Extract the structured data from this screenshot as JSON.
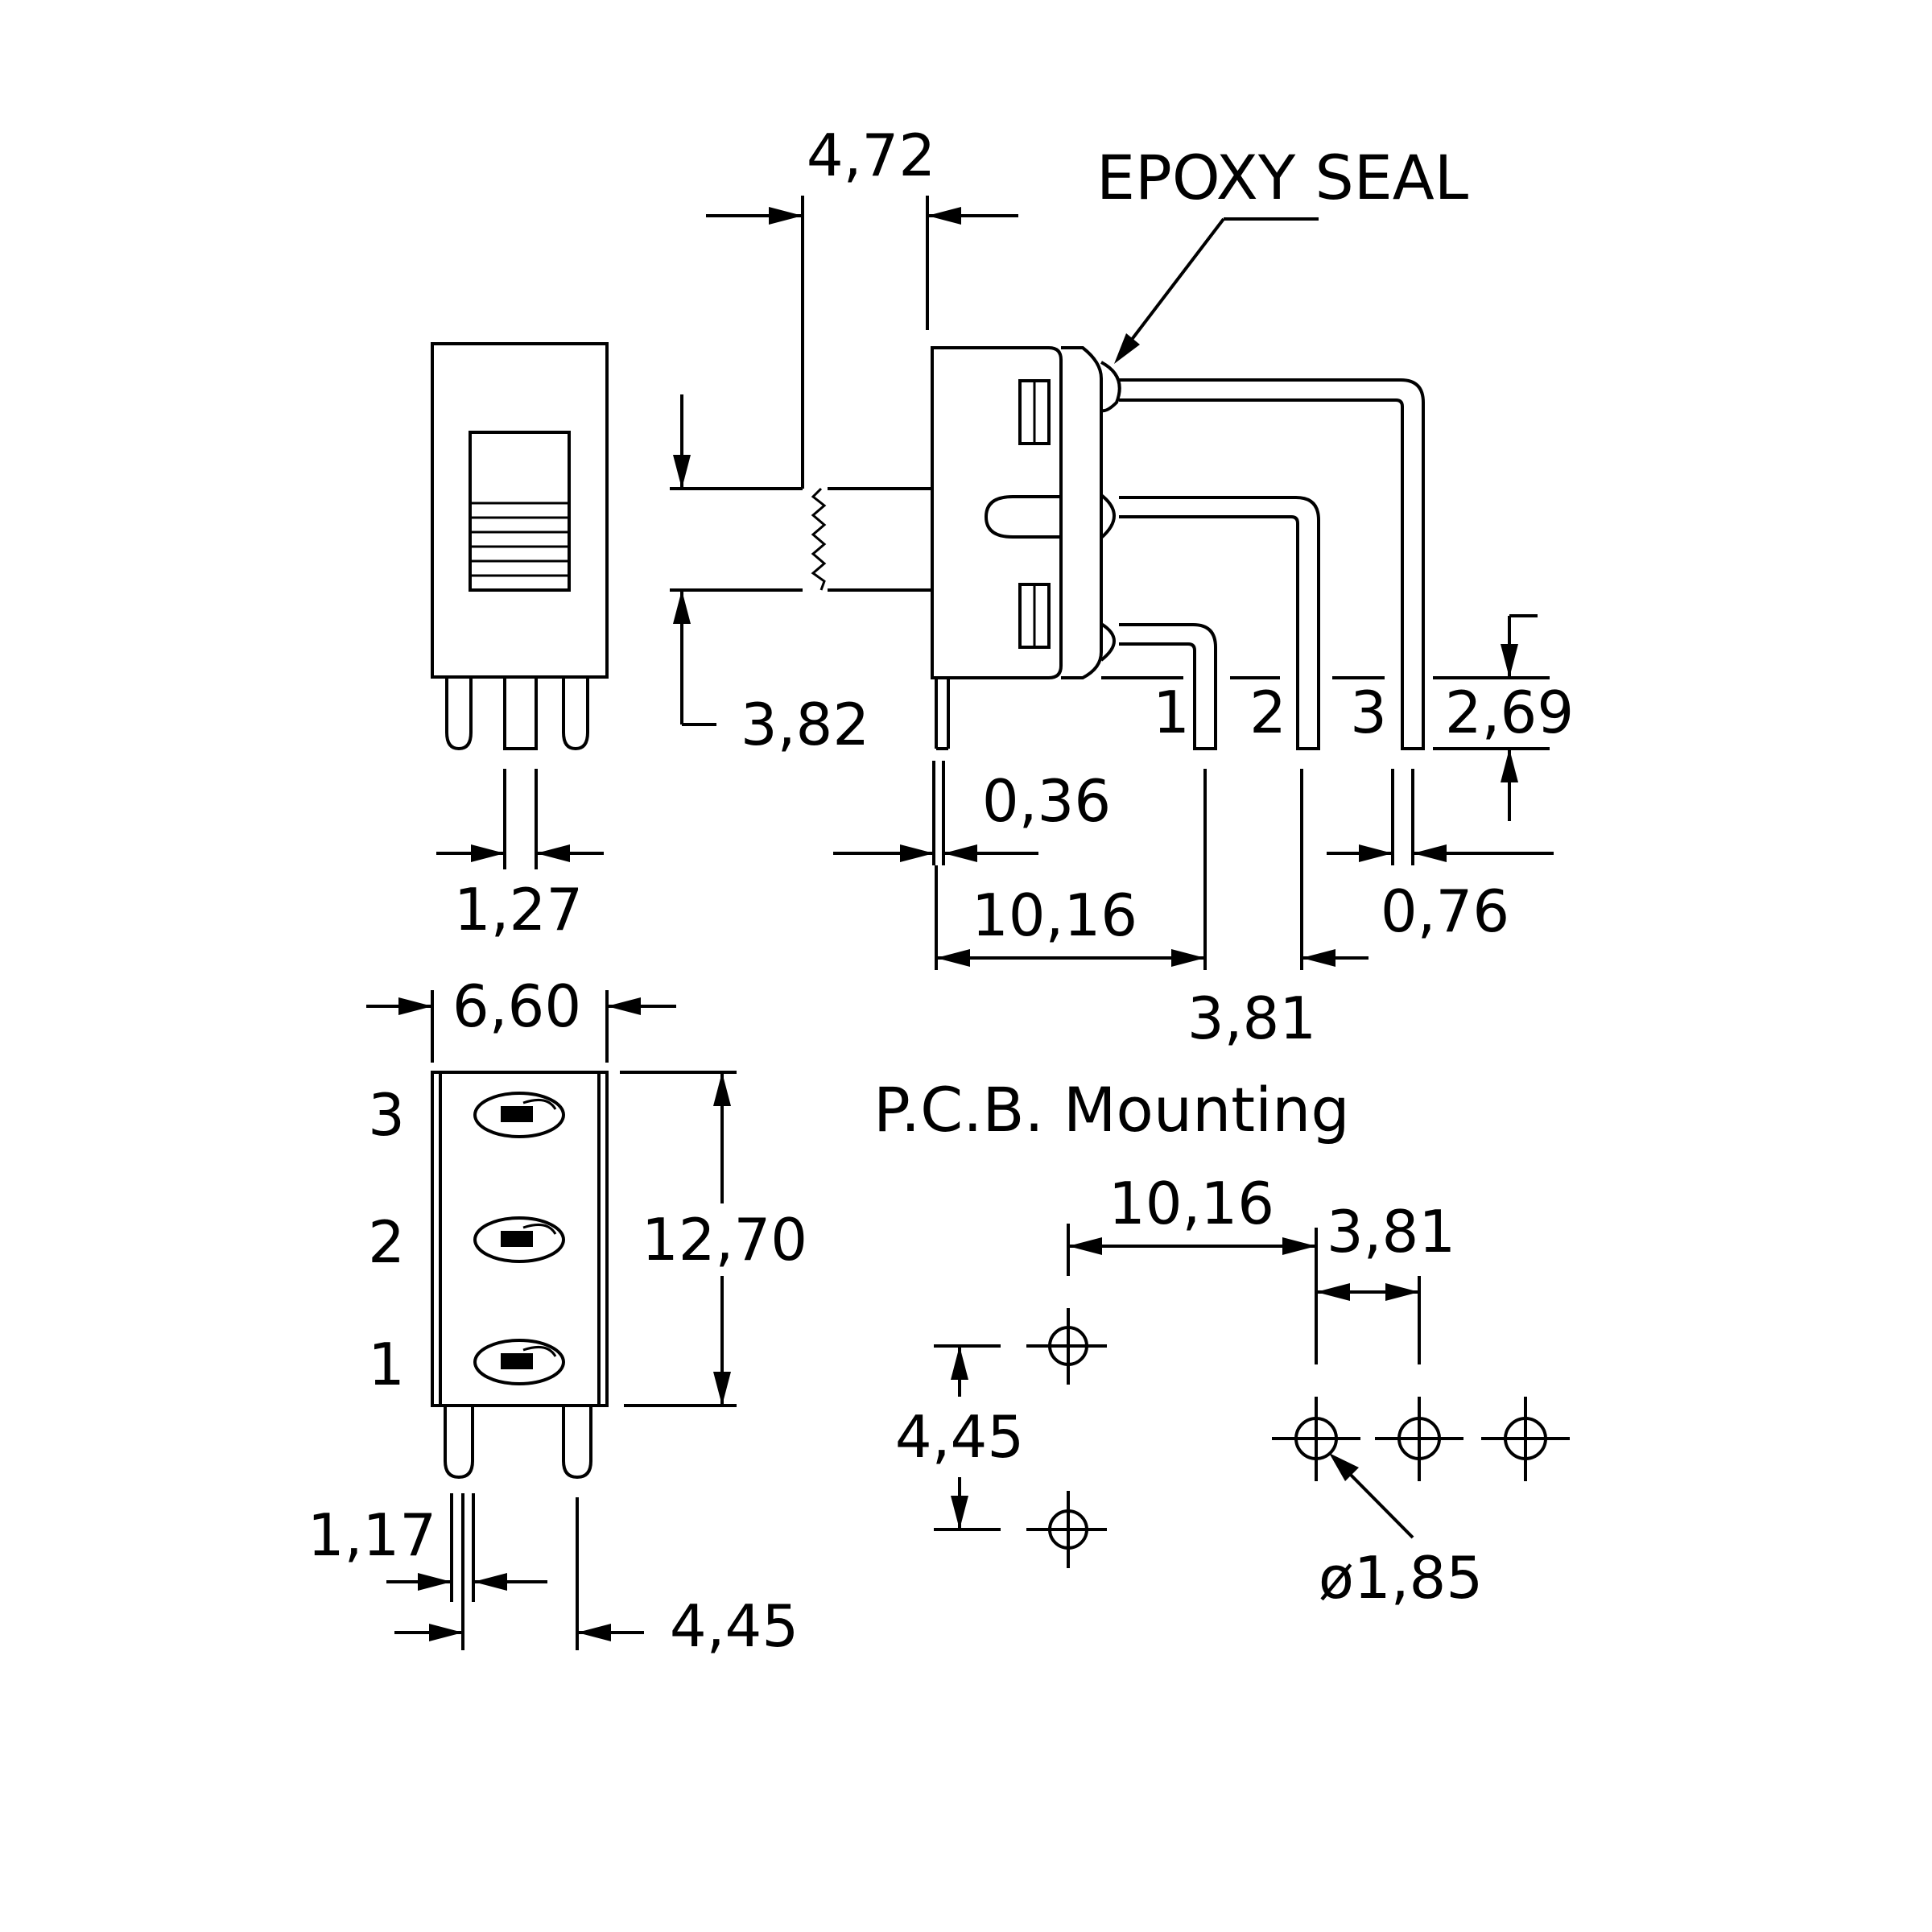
{
  "labels": {
    "epoxy_seal": "EPOXY SEAL",
    "pcb_mounting": "P.C.B. Mounting"
  },
  "dimensions": {
    "d_4_72": "4,72",
    "d_3_82": "3,82",
    "d_0_36": "0,36",
    "d_2_69": "2,69",
    "d_10_16_side": "10,16",
    "d_0_76": "0,76",
    "d_3_81_side": "3,81",
    "d_1_27": "1,27",
    "d_6_60": "6,60",
    "d_12_70": "12,70",
    "d_1_17": "1,17",
    "d_4_45_bottom": "4,45",
    "d_10_16_pcb": "10,16",
    "d_3_81_pcb": "3,81",
    "d_4_45_pcb": "4,45",
    "d_hole_dia": "ø1,85"
  },
  "pins": {
    "side_1": "1",
    "side_2": "2",
    "side_3": "3",
    "top_1": "1",
    "top_2": "2",
    "top_3": "3"
  }
}
